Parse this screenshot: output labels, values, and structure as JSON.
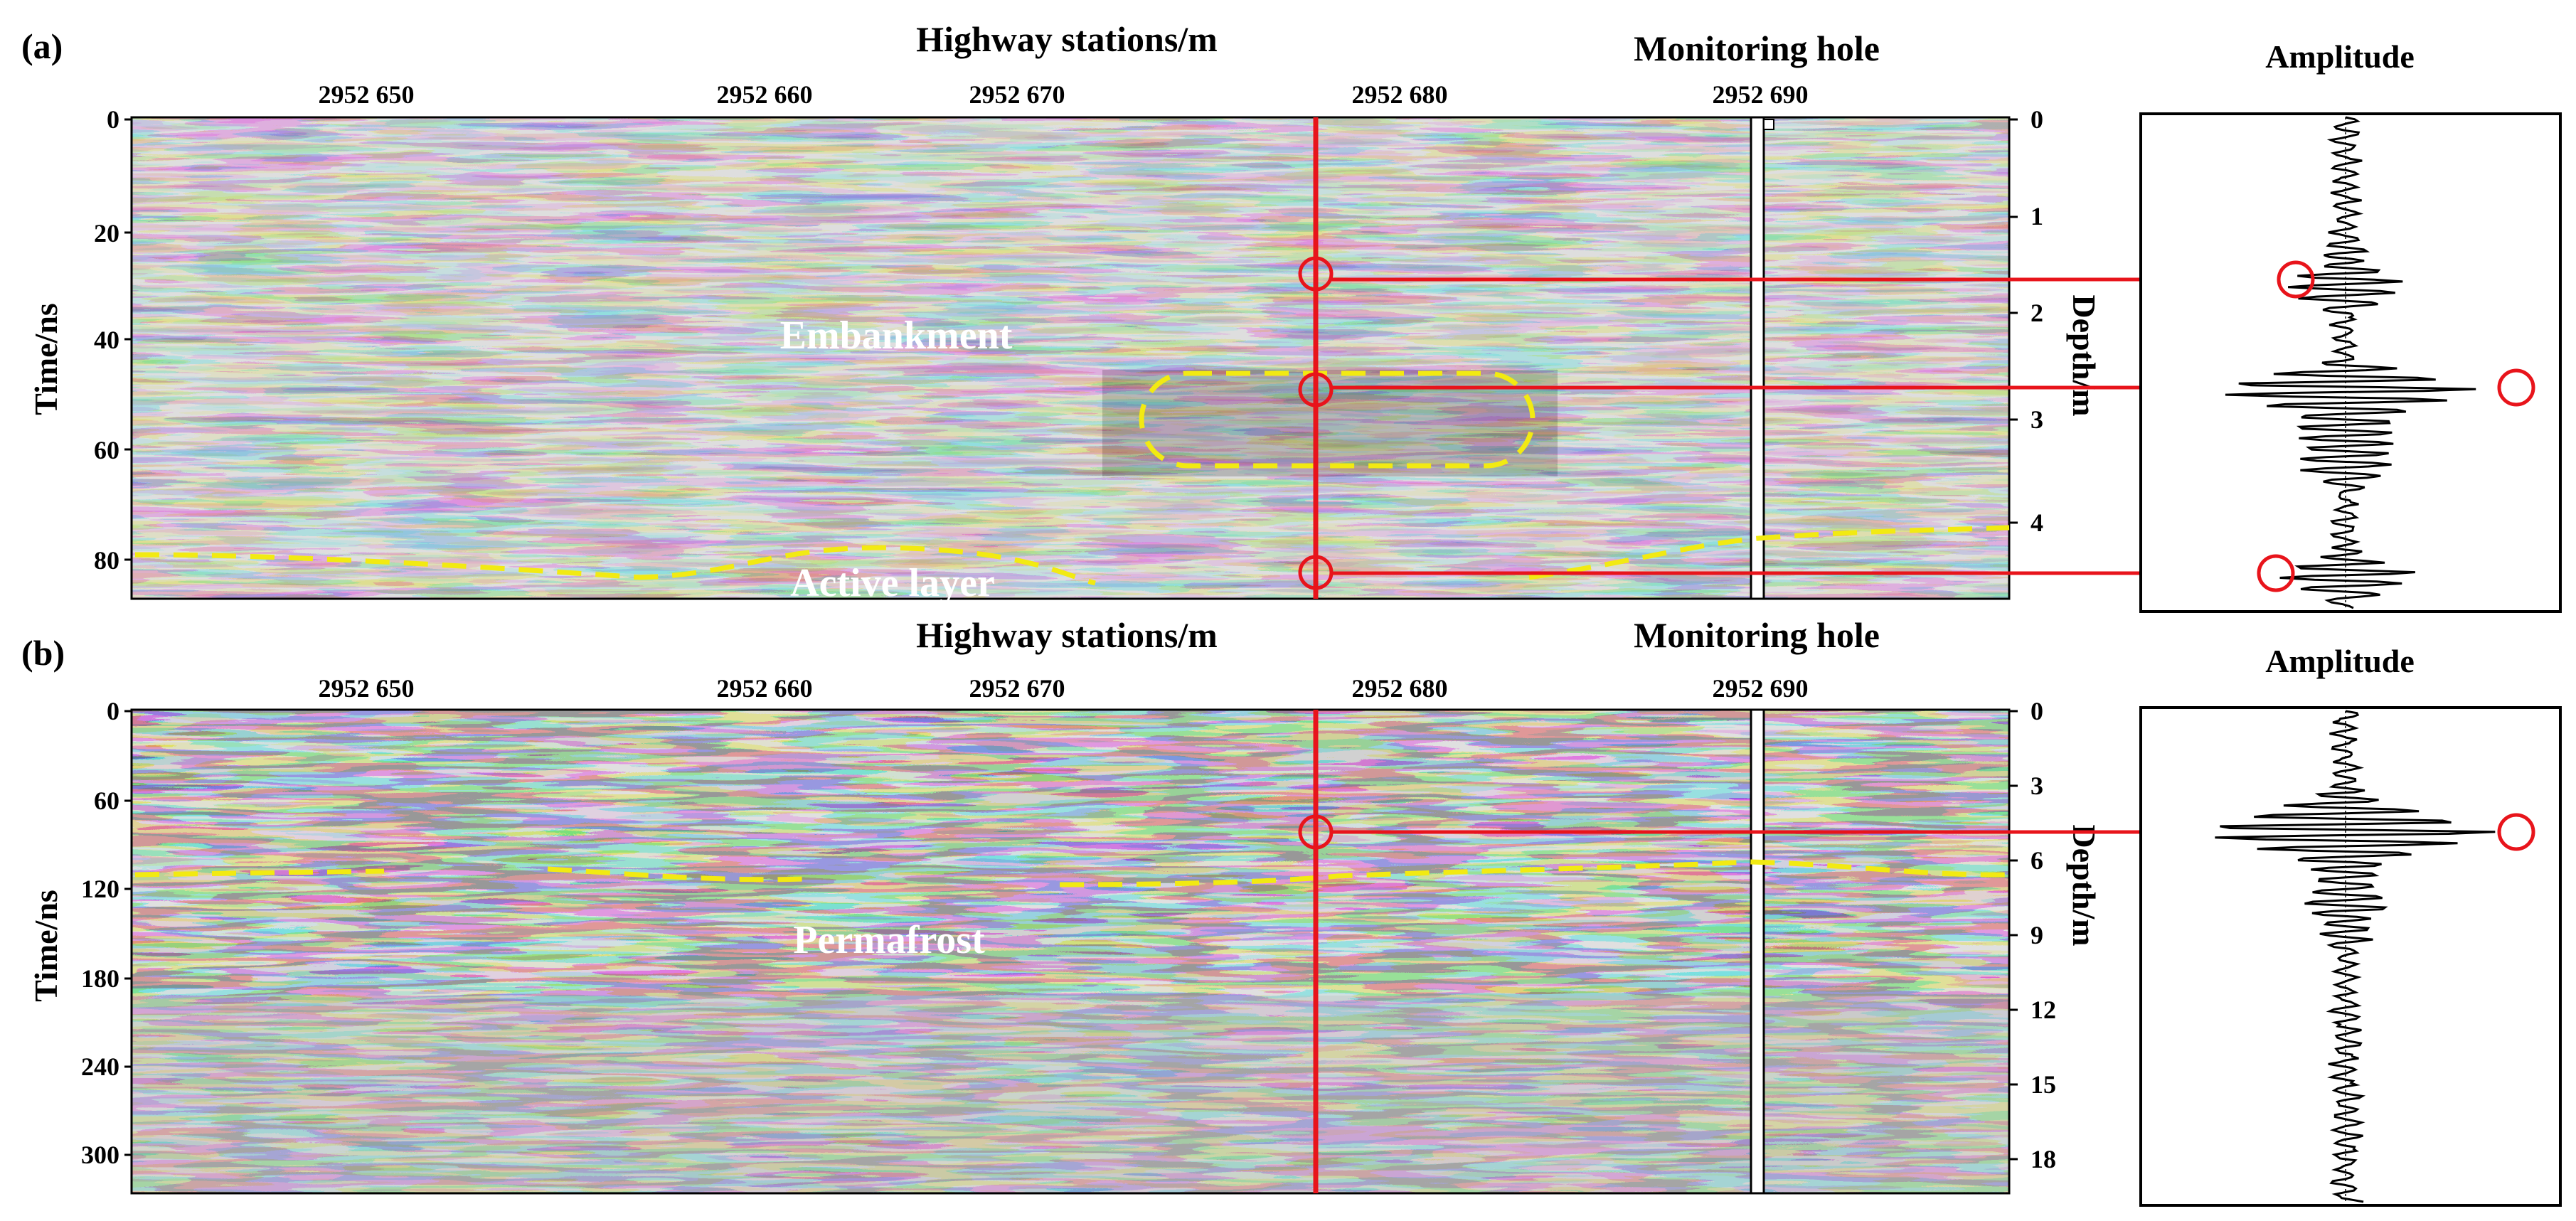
{
  "colors": {
    "marker": "#e8141b",
    "interface": "#f2ea12",
    "annotation_text": "#ffffff",
    "axis": "#000000"
  },
  "panels": [
    {
      "id": "a",
      "panel_label": "(a)",
      "x_title": "Highway stations/m",
      "x_ticks": [
        "2952 650",
        "2952 660",
        "2952 670",
        "2952 680",
        "2952 690"
      ],
      "hole_label": "Monitoring hole",
      "y_left_title": "Time/ns",
      "y_left_ticks": [
        "0",
        "20",
        "40",
        "60",
        "80"
      ],
      "y_right_title": "Depth/m",
      "y_right_ticks": [
        "0",
        "1",
        "2",
        "3",
        "4"
      ],
      "annotations": [
        "Embankment",
        "Active layer"
      ],
      "amp_title": "Amplitude"
    },
    {
      "id": "b",
      "panel_label": "(b)",
      "x_title": "Highway stations/m",
      "x_ticks": [
        "2952 650",
        "2952 660",
        "2952 670",
        "2952 680",
        "2952 690"
      ],
      "hole_label": "Monitoring hole",
      "y_left_title": "Time/ns",
      "y_left_ticks": [
        "0",
        "60",
        "120",
        "180",
        "240",
        "300"
      ],
      "y_right_title": "Depth/m",
      "y_right_ticks": [
        "0",
        "3",
        "6",
        "9",
        "12",
        "15",
        "18"
      ],
      "annotations": [
        "Permafrost"
      ],
      "amp_title": "Amplitude"
    }
  ]
}
